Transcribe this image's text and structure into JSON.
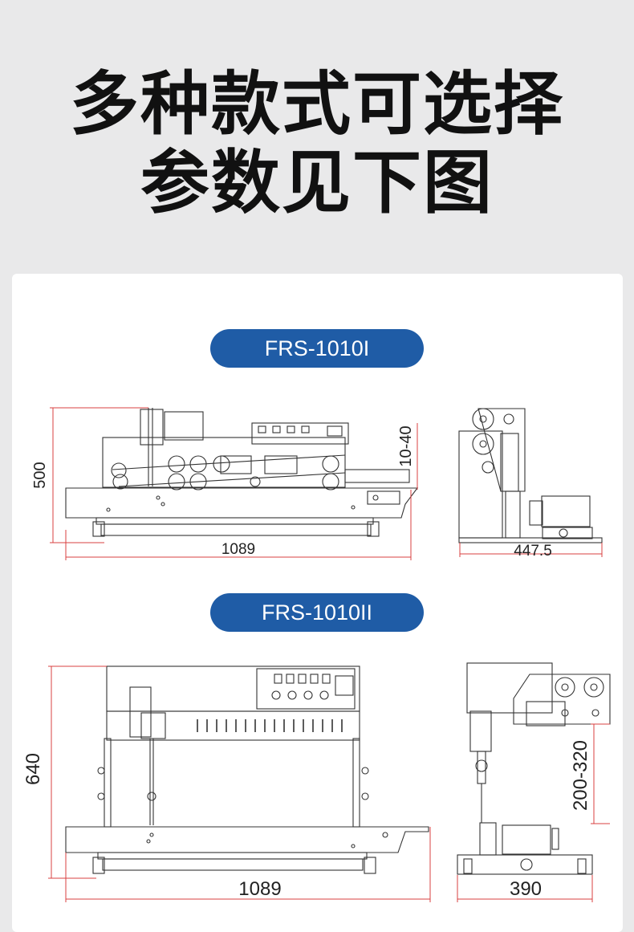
{
  "header": {
    "line1": "多种款式可选择",
    "line2": "参数见下图"
  },
  "models": [
    {
      "name": "FRS-1010I",
      "dims": {
        "height": "500",
        "length": "1089",
        "depth": "447.5",
        "range": "10-40"
      }
    },
    {
      "name": "FRS-1010II",
      "dims": {
        "height": "640",
        "length": "1089",
        "depth": "390",
        "range": "200-320"
      }
    }
  ],
  "colors": {
    "background": "#e9e9ea",
    "panel": "#ffffff",
    "pill": "#1f5ca6",
    "dim_line": "#d84040",
    "line_art": "#333333"
  }
}
